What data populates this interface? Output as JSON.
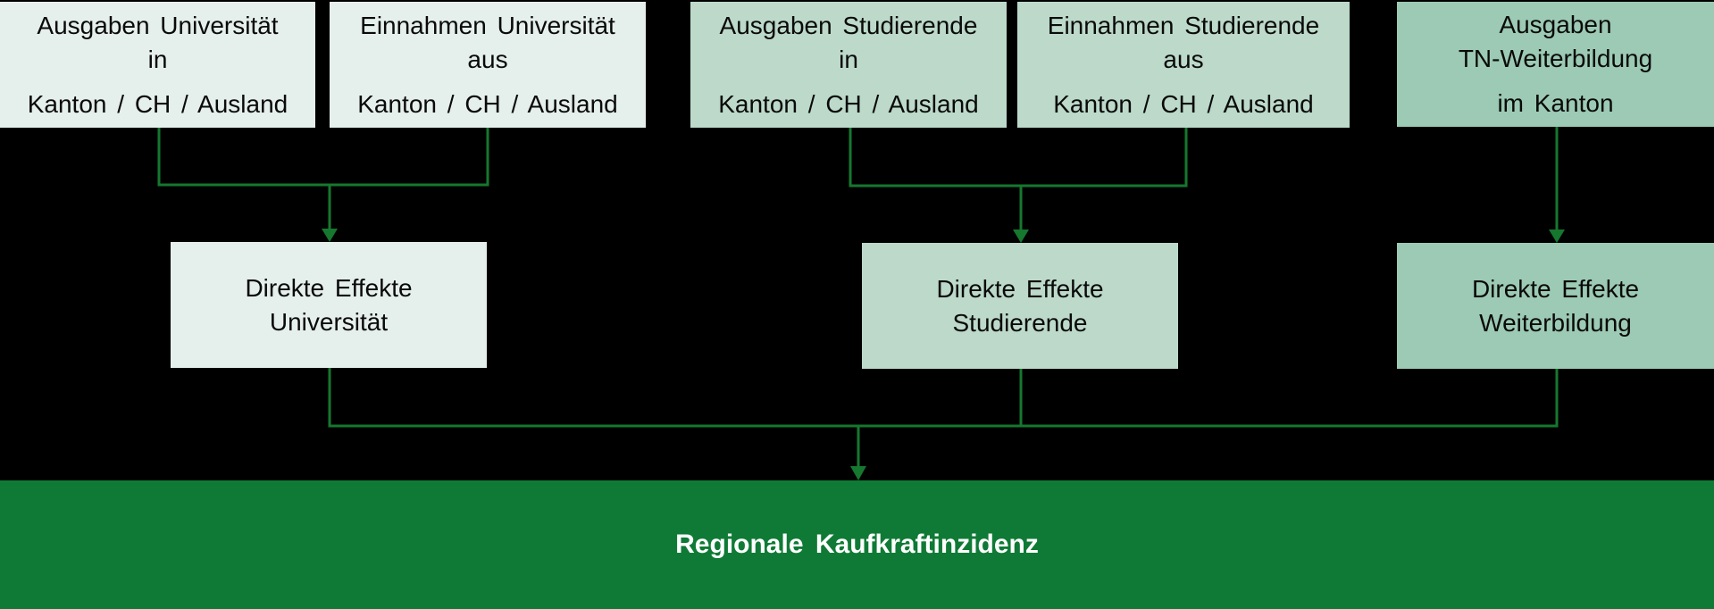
{
  "colors": {
    "background": "#000000",
    "source_university": "#e5efeb",
    "source_students": "#bcd9ca",
    "source_training": "#9ccab4",
    "connector": "#16772f",
    "result": "#0f7a35",
    "result_text": "#ffffff"
  },
  "sources": {
    "ausgaben_universitaet": {
      "line1": "Ausgaben Universität",
      "line2": "in",
      "line3": "Kanton / CH / Ausland"
    },
    "einnahmen_universitaet": {
      "line1": "Einnahmen Universität",
      "line2": "aus",
      "line3": "Kanton / CH / Ausland"
    },
    "ausgaben_studierende": {
      "line1": "Ausgaben Studierende",
      "line2": "in",
      "line3": "Kanton / CH / Ausland"
    },
    "einnahmen_studierende": {
      "line1": "Einnahmen Studierende",
      "line2": "aus",
      "line3": "Kanton / CH / Ausland"
    },
    "ausgaben_weiterbildung": {
      "line1": "Ausgaben",
      "line2": "TN-Weiterbildung",
      "line3": "im Kanton"
    }
  },
  "effects": {
    "universitaet": {
      "line1": "Direkte Effekte",
      "line2": "Universität"
    },
    "studierende": {
      "line1": "Direkte Effekte",
      "line2": "Studierende"
    },
    "weiterbildung": {
      "line1": "Direkte Effekte",
      "line2": "Weiterbildung"
    }
  },
  "result": {
    "label": "Regionale Kaufkraftinzidenz"
  }
}
